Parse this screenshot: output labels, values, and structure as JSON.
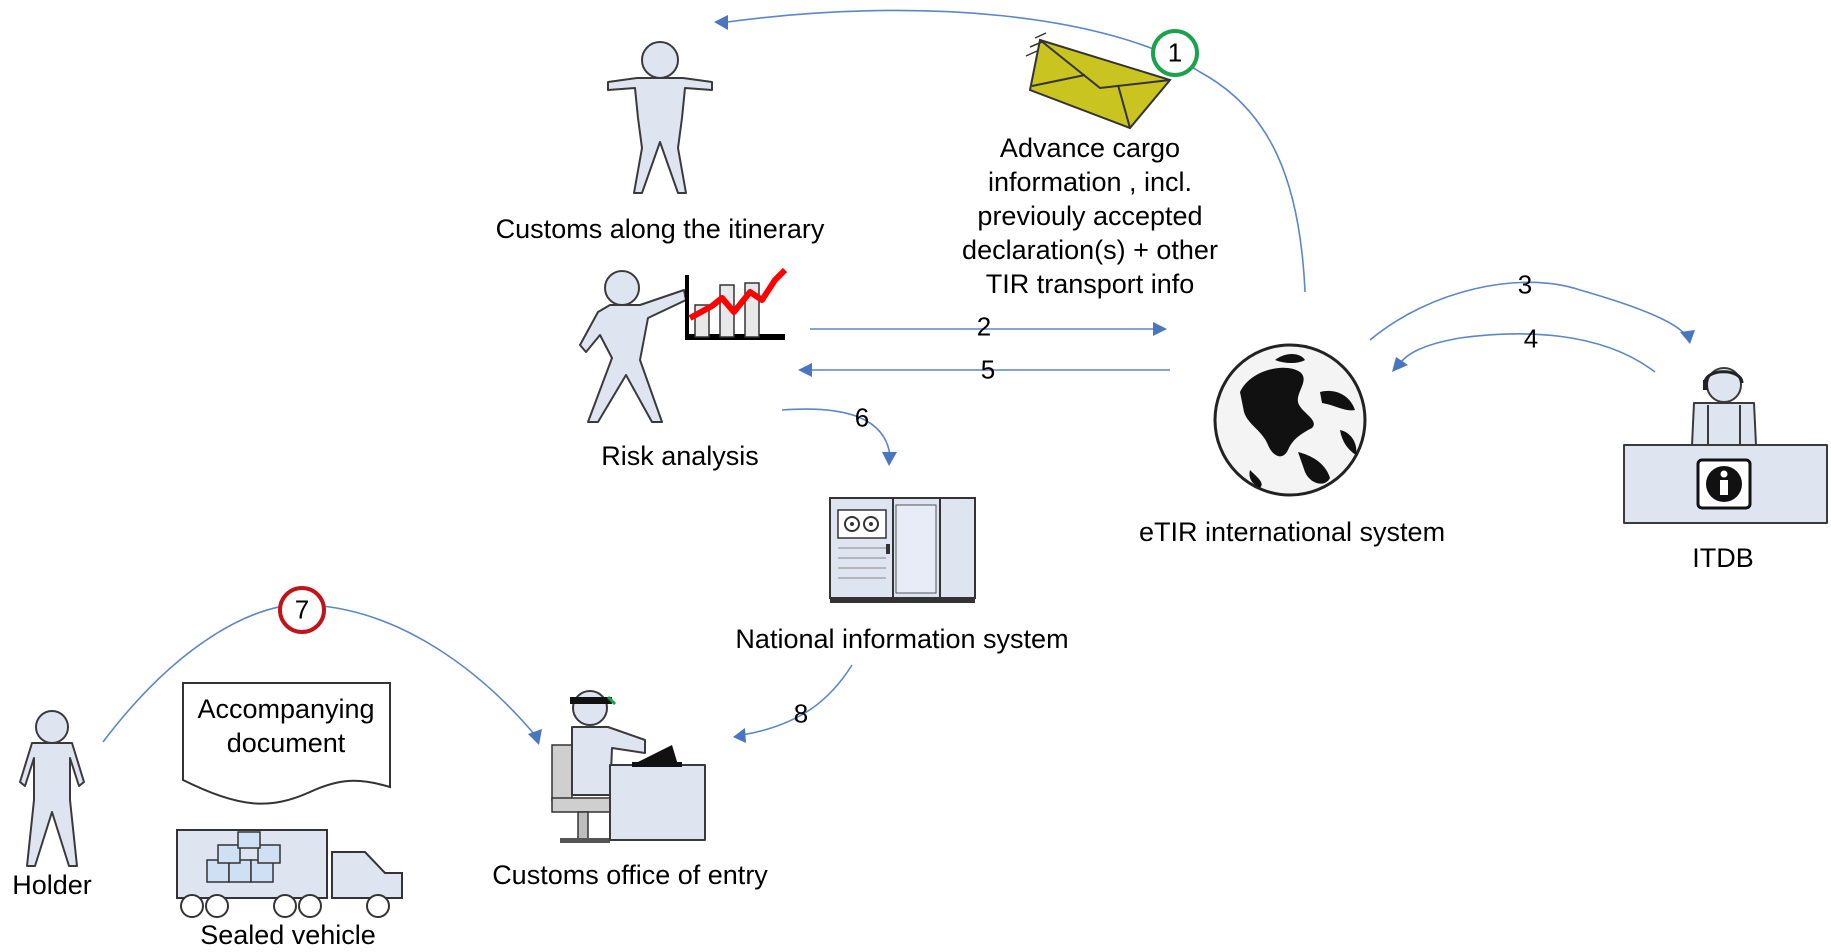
{
  "nodes": {
    "customs_itinerary": "Customs along the itinerary",
    "risk_analysis": "Risk analysis",
    "advance_cargo": [
      "Advance cargo",
      "information , incl.",
      "previouly accepted",
      "declaration(s) + other",
      "TIR transport info"
    ],
    "etir": "eTIR international system",
    "itdb": "ITDB",
    "national_system": "National information system",
    "holder": "Holder",
    "accompanying_doc": [
      "Accompanying",
      "document"
    ],
    "sealed_vehicle": "Sealed vehicle",
    "customs_entry": "Customs office of entry"
  },
  "steps": {
    "s1": "1",
    "s2": "2",
    "s3": "3",
    "s4": "4",
    "s5": "5",
    "s6": "6",
    "s7": "7",
    "s8": "8"
  },
  "colors": {
    "connector": "#5b86c9",
    "step1_circle": "#1aa34a",
    "step7_circle": "#c0141b",
    "envelope": "#c9c420",
    "chart_line": "#ff0000",
    "figure_fill": "#dfe4f1"
  }
}
